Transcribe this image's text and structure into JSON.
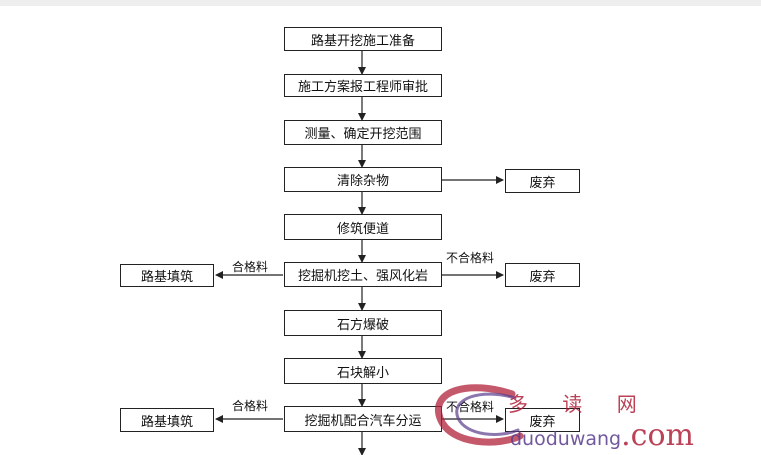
{
  "steps": {
    "s1": "路基开挖施工准备",
    "s2": "施工方案报工程师审批",
    "s3": "测量、确定开挖范围",
    "s4": "清除杂物",
    "s5": "修筑便道",
    "s6": "挖掘机挖土、强风化岩",
    "s7": "石方爆破",
    "s8": "石块解小",
    "s9": "挖掘机配合汽车分运"
  },
  "side": {
    "waste1": "废弃",
    "waste2": "废弃",
    "waste3": "废弃",
    "fill1": "路基填筑",
    "fill2": "路基填筑"
  },
  "labels": {
    "qualified1": "合格料",
    "unqualified1": "不合格料",
    "qualified2": "合格料",
    "unqualified2": "不合格料"
  },
  "watermark": {
    "chinese": "多 读 网",
    "domain": "duoduwang",
    "tld": ".com"
  },
  "colors": {
    "line": "#222222",
    "watermark_red": "#b0223a",
    "watermark_purple": "#5a3c8c"
  }
}
